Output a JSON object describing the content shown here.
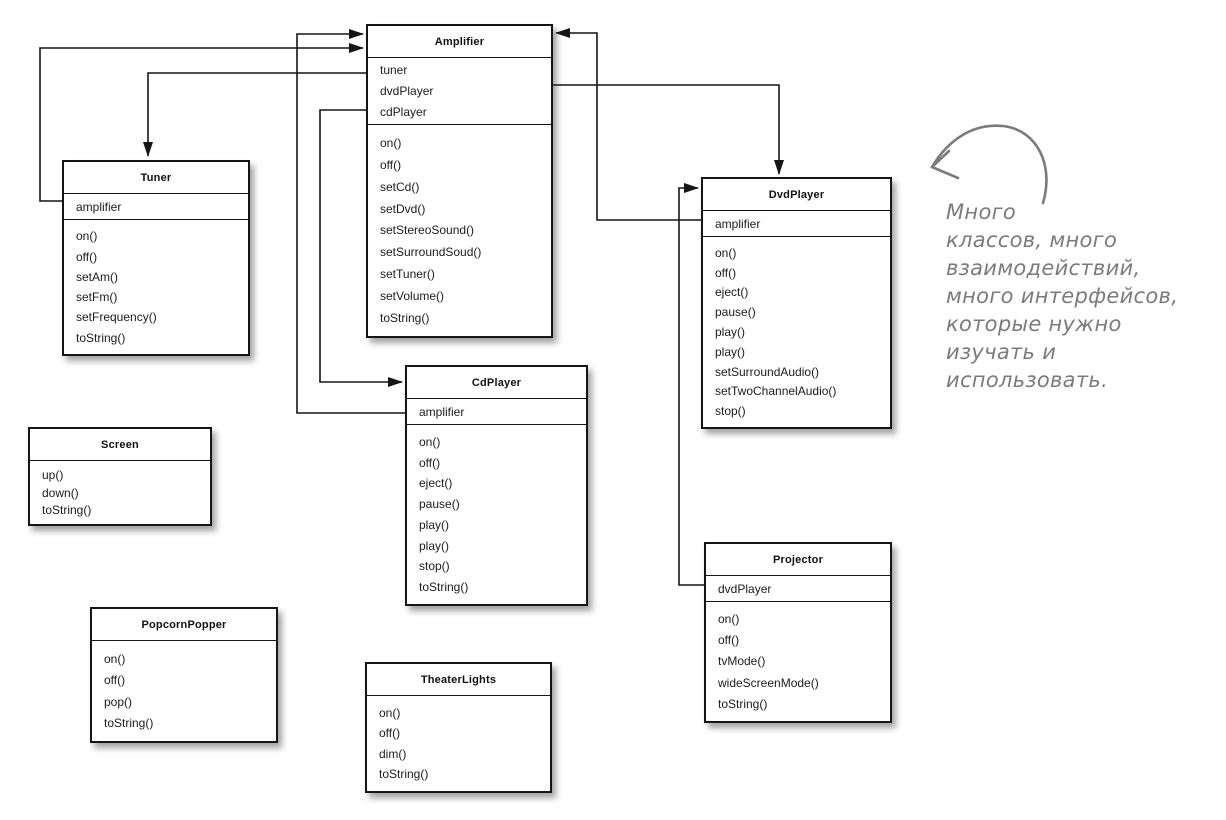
{
  "colors": {
    "box_border": "#151515",
    "box_background": "#ffffff",
    "connector_line": "#151515",
    "annotation_text": "#7b7b7b"
  },
  "classes": [
    {
      "name": "Amplifier",
      "fields": [
        "tuner",
        "dvdPlayer",
        "cdPlayer"
      ],
      "methods": [
        "on()",
        "off()",
        "setCd()",
        "setDvd()",
        "setStereoSound()",
        "setSurroundSoud()",
        "setTuner()",
        "setVolume()",
        "toString()"
      ]
    },
    {
      "name": "Tuner",
      "fields": [
        "amplifier"
      ],
      "methods": [
        "on()",
        "off()",
        "setAm()",
        "setFm()",
        "setFrequency()",
        "toString()"
      ]
    },
    {
      "name": "DvdPlayer",
      "fields": [
        "amplifier"
      ],
      "methods": [
        "on()",
        "off()",
        "eject()",
        "pause()",
        "play()",
        "play()",
        "setSurroundAudio()",
        "setTwoChannelAudio()",
        "stop()"
      ]
    },
    {
      "name": "CdPlayer",
      "fields": [
        "amplifier"
      ],
      "methods": [
        "on()",
        "off()",
        "eject()",
        "pause()",
        "play()",
        "play()",
        "stop()",
        "toString()"
      ]
    },
    {
      "name": "Screen",
      "fields": [],
      "methods": [
        "up()",
        "down()",
        "toString()"
      ]
    },
    {
      "name": "PopcornPopper",
      "fields": [],
      "methods": [
        "on()",
        "off()",
        "pop()",
        "toString()"
      ]
    },
    {
      "name": "TheaterLights",
      "fields": [],
      "methods": [
        "on()",
        "off()",
        "dim()",
        "toString()"
      ]
    },
    {
      "name": "Projector",
      "fields": [
        "dvdPlayer"
      ],
      "methods": [
        "on()",
        "off()",
        "tvMode()",
        "wideScreenMode()",
        "toString()"
      ]
    }
  ],
  "edges": [
    {
      "from": "Amplifier",
      "via": "tuner",
      "to": "Tuner"
    },
    {
      "from": "Tuner",
      "via": "amplifier",
      "to": "Amplifier"
    },
    {
      "from": "Amplifier",
      "via": "cdPlayer",
      "to": "CdPlayer"
    },
    {
      "from": "CdPlayer",
      "via": "amplifier",
      "to": "Amplifier"
    },
    {
      "from": "Amplifier",
      "via": "dvdPlayer",
      "to": "DvdPlayer"
    },
    {
      "from": "DvdPlayer",
      "via": "amplifier",
      "to": "Amplifier"
    },
    {
      "from": "Projector",
      "via": "dvdPlayer",
      "to": "DvdPlayer"
    }
  ],
  "annotation": {
    "lines": [
      "Много",
      "классов, много",
      "взаимодействий,",
      "много интерфейсов,",
      "которые нужно",
      "изучать и",
      "использовать."
    ]
  }
}
